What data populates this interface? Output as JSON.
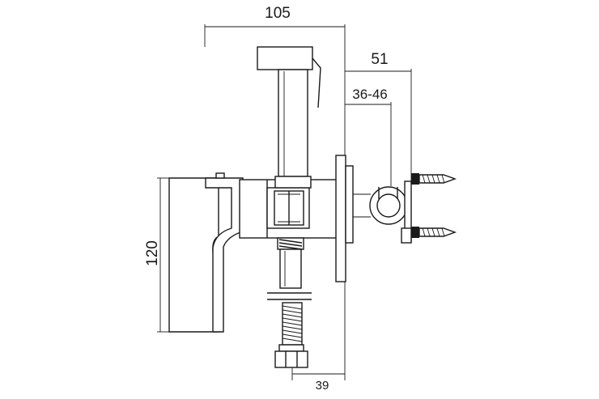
{
  "drawing": {
    "type": "technical-dimension-drawing",
    "dimensions": {
      "overall_width": "105",
      "depth_to_wall": "51",
      "depth_range": "36-46",
      "height": "120",
      "hose_offset": "39"
    },
    "colors": {
      "line": "#1a1a1a",
      "background": "#ffffff"
    }
  }
}
